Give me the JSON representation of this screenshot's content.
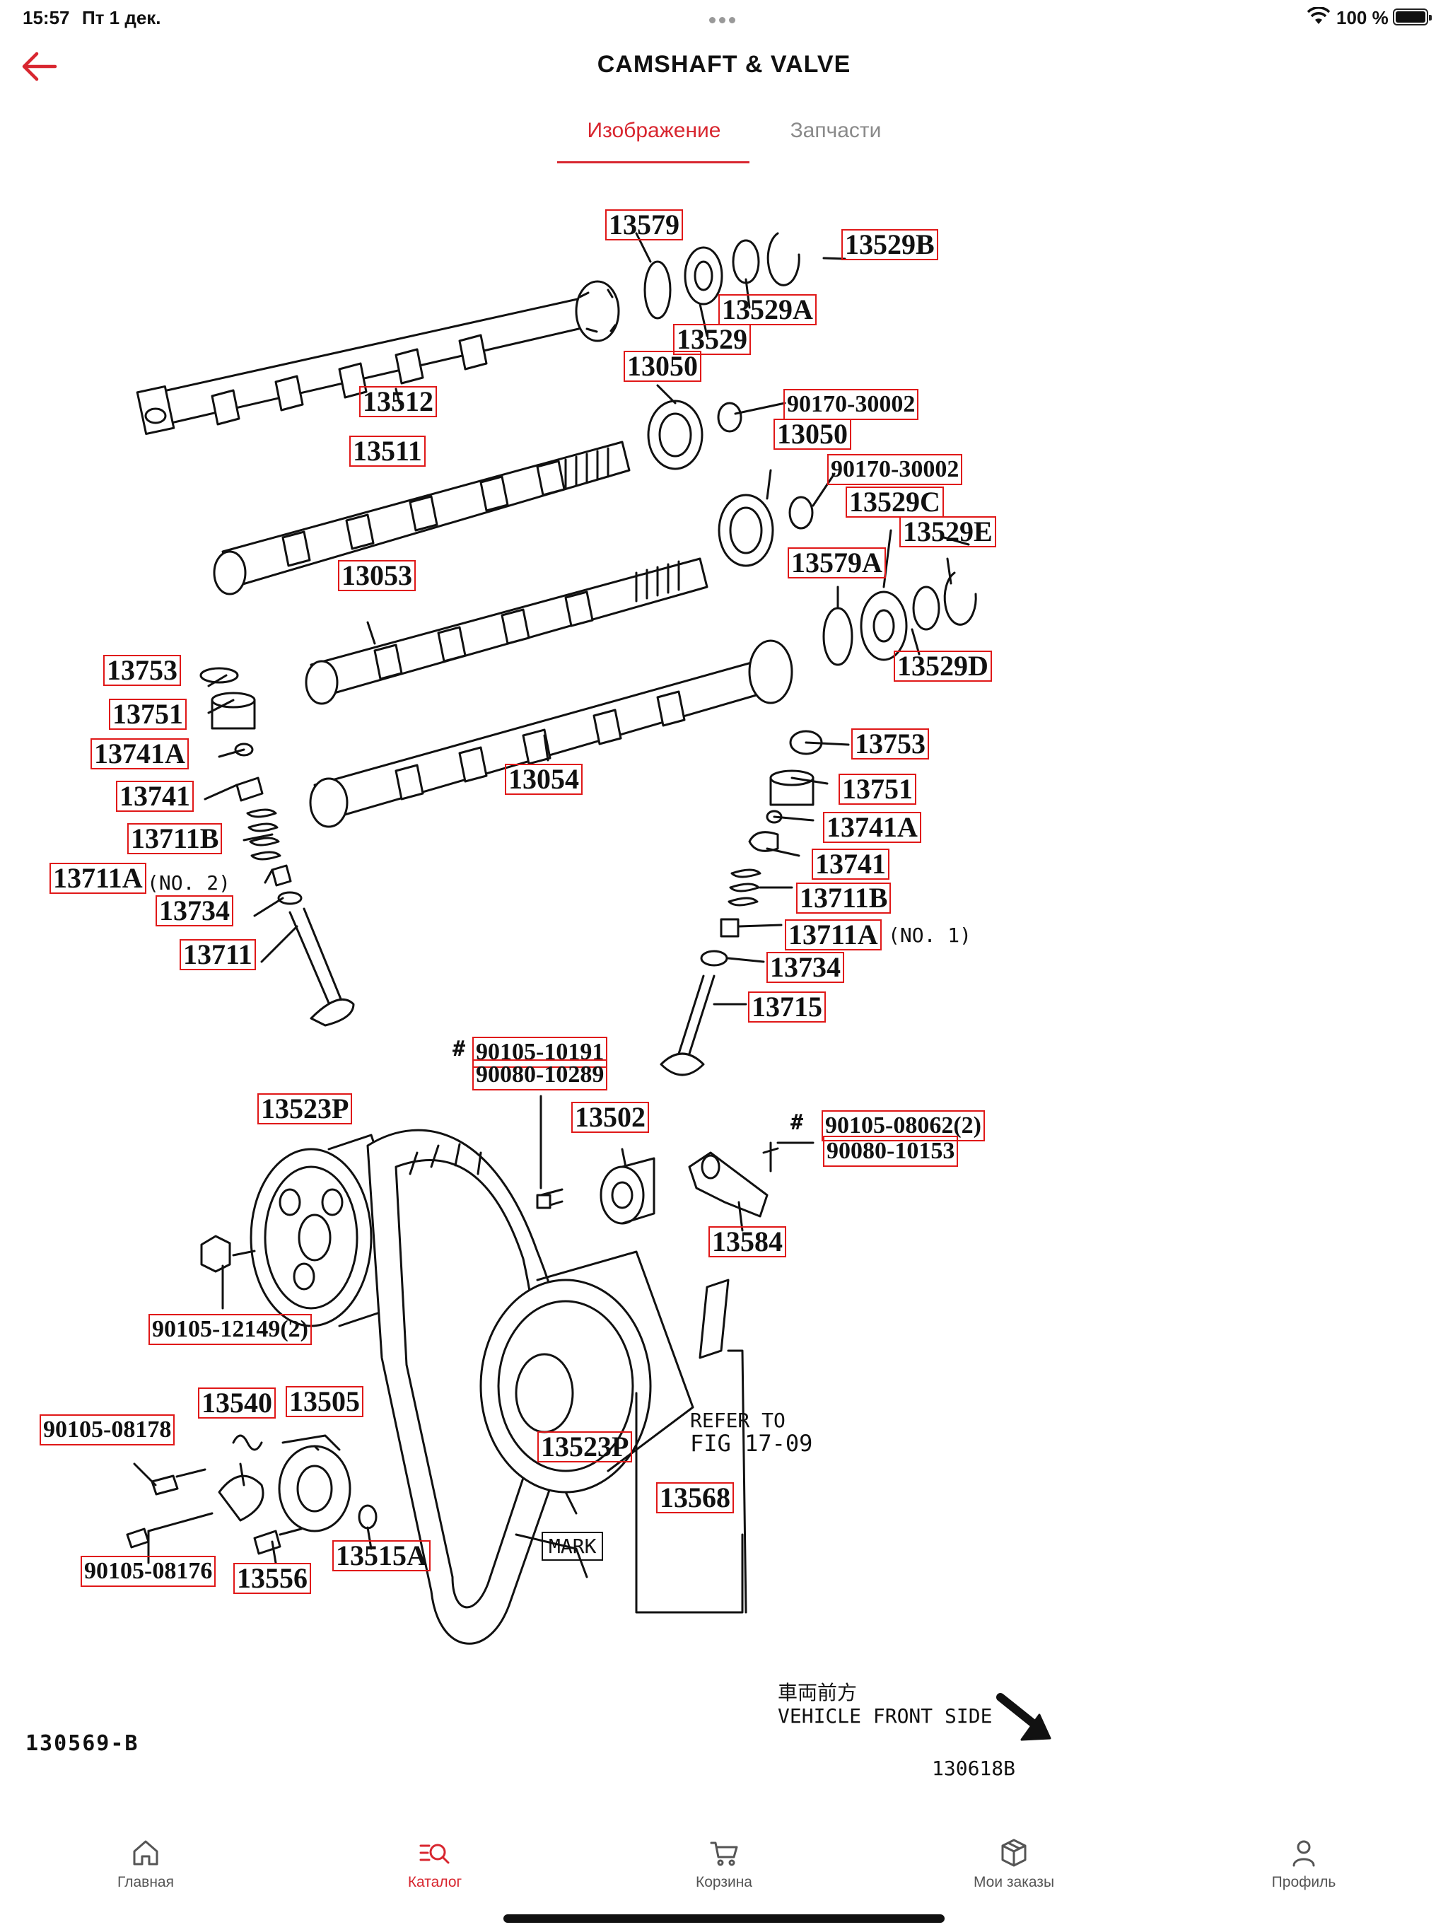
{
  "status": {
    "time": "15:57",
    "date": "Пт 1 дек.",
    "battery": "100 %"
  },
  "header": {
    "title": "CAMSHAFT & VALVE"
  },
  "tabs": [
    {
      "label": "Изображение",
      "active": true
    },
    {
      "label": "Запчасти",
      "active": false
    }
  ],
  "diagram": {
    "parts": [
      "13579",
      "13529B",
      "13529A",
      "13529",
      "13050",
      "13512",
      "90170-30002",
      "13050",
      "13511",
      "90170-30002",
      "13529C",
      "13529E",
      "13053",
      "13579A",
      "13529D",
      "13753",
      "13751",
      "13741A",
      "13741",
      "13711B",
      "13711A",
      "13734",
      "13711",
      "13054",
      "13753",
      "13751",
      "13741A",
      "13741",
      "13711B",
      "13711A",
      "13734",
      "13715",
      "90105-10191",
      "90080-10289",
      "13523P",
      "13502",
      "90105-08062(2)",
      "90080-10153",
      "13584",
      "90105-12149(2)",
      "13540",
      "13505",
      "90105-08178",
      "13523P",
      "13568",
      "90105-08176",
      "13556",
      "13515A"
    ],
    "notes": {
      "no2": "(NO. 2)",
      "no1": "(NO. 1)",
      "hash1": "#",
      "hash2": "#",
      "refer": "REFER TO",
      "fig": "FIG 17-09",
      "mark": "MARK",
      "front_jp": "車両前方",
      "front_en": "VEHICLE FRONT SIDE",
      "code_left": "130569-B",
      "code_right": "130618B"
    }
  },
  "nav": [
    {
      "label": "Главная",
      "icon": "home-icon",
      "active": false
    },
    {
      "label": "Каталог",
      "icon": "catalog-search-icon",
      "active": true
    },
    {
      "label": "Корзина",
      "icon": "cart-icon",
      "active": false
    },
    {
      "label": "Мои заказы",
      "icon": "box-icon",
      "active": false
    },
    {
      "label": "Профиль",
      "icon": "user-icon",
      "active": false
    }
  ],
  "colors": {
    "accent": "#d8262f",
    "label_border": "#e01818",
    "inactive": "#8a8a8a"
  }
}
